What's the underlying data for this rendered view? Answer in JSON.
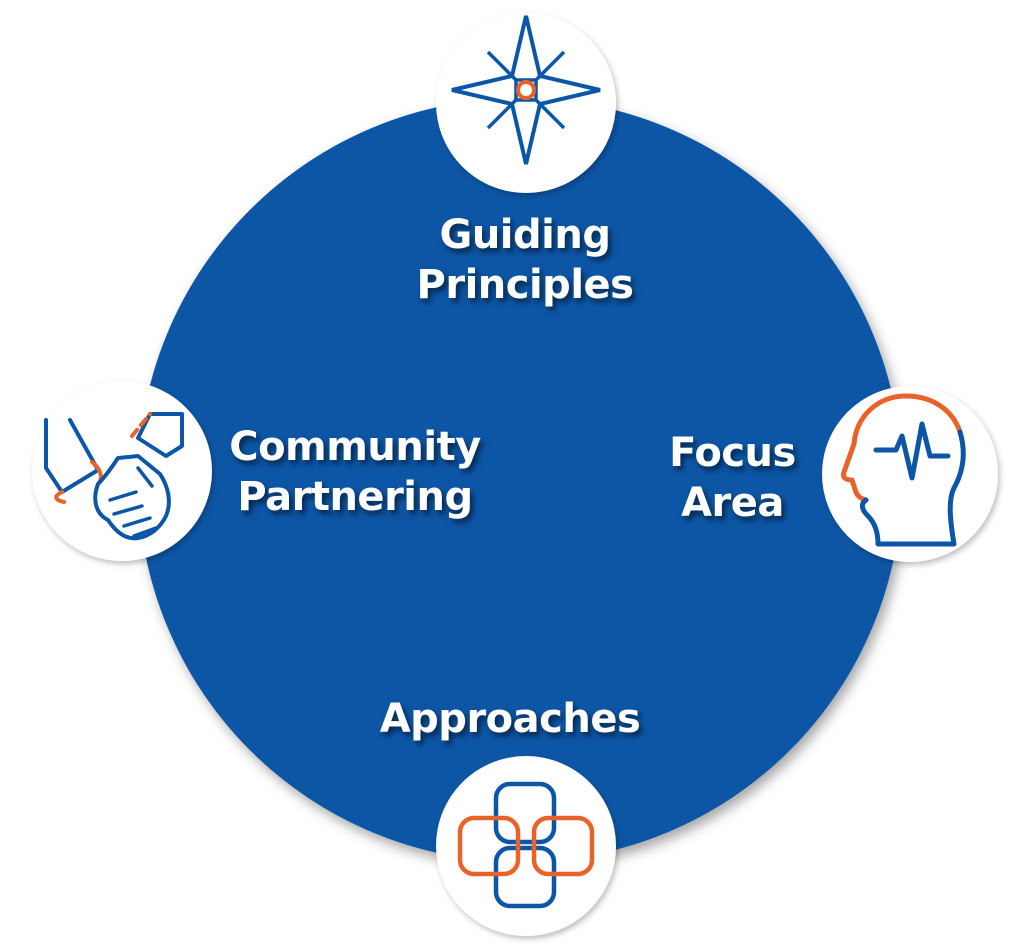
{
  "colors": {
    "circle_fill": "#0b57a6",
    "icon_blue": "#0c56a8",
    "icon_orange": "#e8632a",
    "badge_fill": "#ffffff"
  },
  "segments": [
    {
      "id": "guiding-principles",
      "lines": [
        "Guiding",
        "Principles"
      ],
      "icon": "compass-star-icon"
    },
    {
      "id": "community-partnering",
      "lines": [
        "Community",
        "Partnering"
      ],
      "icon": "handshake-icon"
    },
    {
      "id": "focus-area",
      "lines": [
        "Focus",
        "Area"
      ],
      "icon": "head-pulse-icon"
    },
    {
      "id": "approaches",
      "lines": [
        "Approaches"
      ],
      "icon": "interlocking-links-icon"
    }
  ]
}
